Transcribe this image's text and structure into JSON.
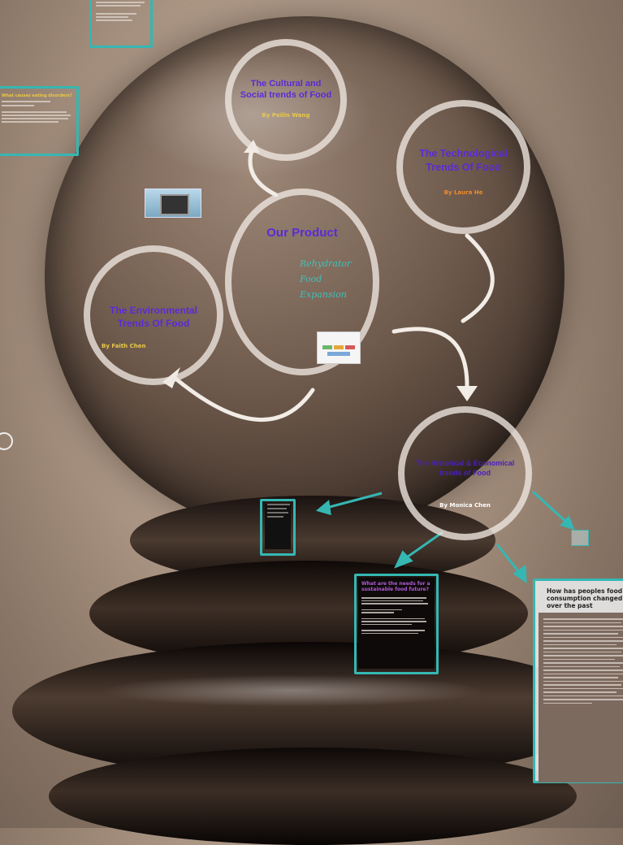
{
  "circles": {
    "cultural": {
      "title": "The Cultural and Social trends of Food",
      "author": "By Peilin Wang"
    },
    "technological": {
      "title": "The Technological Trends Of Food",
      "author": "By Laura He"
    },
    "product": {
      "title": "Our Product",
      "lines": [
        "Rehydrator",
        "Food",
        "Expansion"
      ]
    },
    "environmental": {
      "title": "The Environmental Trends Of Food",
      "author": "By Faith Chen"
    },
    "historical": {
      "title": "The Historical & Economical trends of Food",
      "author": "By Monica Chen"
    }
  },
  "side_notes": {
    "left_heading": "What causes eating disorders?",
    "bottom_heading": "What are the needs for a sustainable food future?",
    "right_heading": "How has peoples food consumption changed over the past"
  },
  "colors": {
    "title_purple": "#5b2bd6",
    "author_yellow": "#e8c84a",
    "author_orange": "#f08a2a",
    "teal": "#35b7b3"
  }
}
